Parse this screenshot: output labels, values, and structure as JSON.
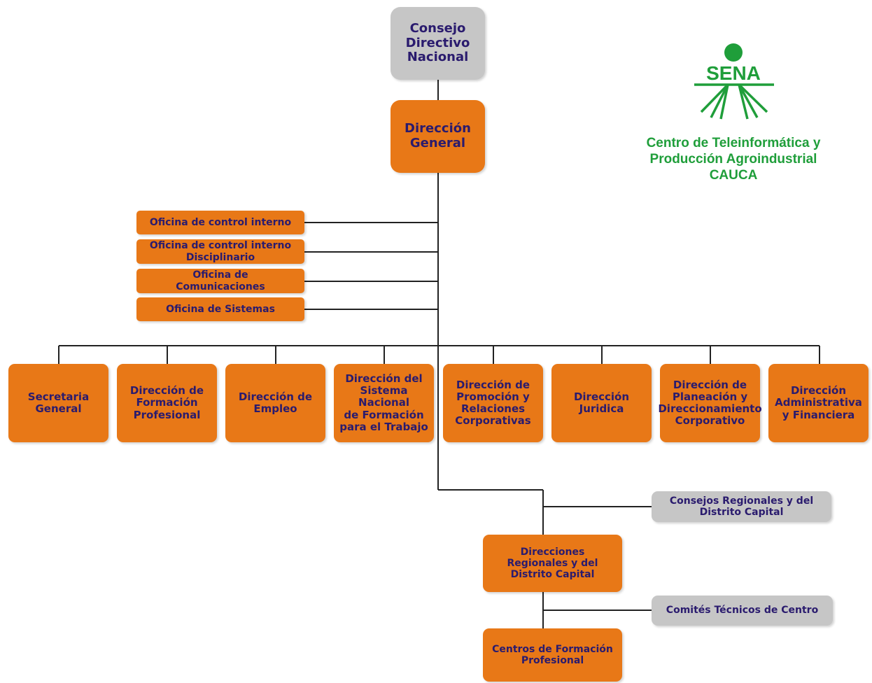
{
  "top": {
    "consejo": "Consejo\nDirectivo\nNacional",
    "direccion_general": "Dirección\nGeneral"
  },
  "offices": [
    "Oficina de control interno",
    "Oficina de control interno\nDisciplinario",
    "Oficina de\nComunicaciones",
    "Oficina de Sistemas"
  ],
  "directions": [
    "Secretaria\nGeneral",
    "Dirección de\nFormación\nProfesional",
    "Dirección de\nEmpleo",
    "Dirección del\nSistema Nacional\nde Formación\npara el Trabajo",
    "Dirección de\nPromoción y\nRelaciones\nCorporativas",
    "Dirección\nJuridica",
    "Dirección de\nPlaneación y\nDireccionamiento\nCorporativo",
    "Dirección\nAdministrativa\ny Financiera"
  ],
  "regional": {
    "consejos": "Consejos Regionales y del\nDistrito Capital",
    "direcciones": "Direcciones\nRegionales y del\nDistrito Capital",
    "comites": "Comités Técnicos de Centro",
    "centros": "Centros de Formación\nProfesional"
  },
  "logo": {
    "wordmark": "SENA",
    "caption_line1": "Centro de Teleinformática y",
    "caption_line2": "Producción Agroindustrial",
    "caption_line3": "CAUCA",
    "color": "#1f9e3a"
  },
  "colors": {
    "orange": "#e87817",
    "gray": "#c6c6c6",
    "text": "#2a1b6e",
    "line": "#222222"
  }
}
